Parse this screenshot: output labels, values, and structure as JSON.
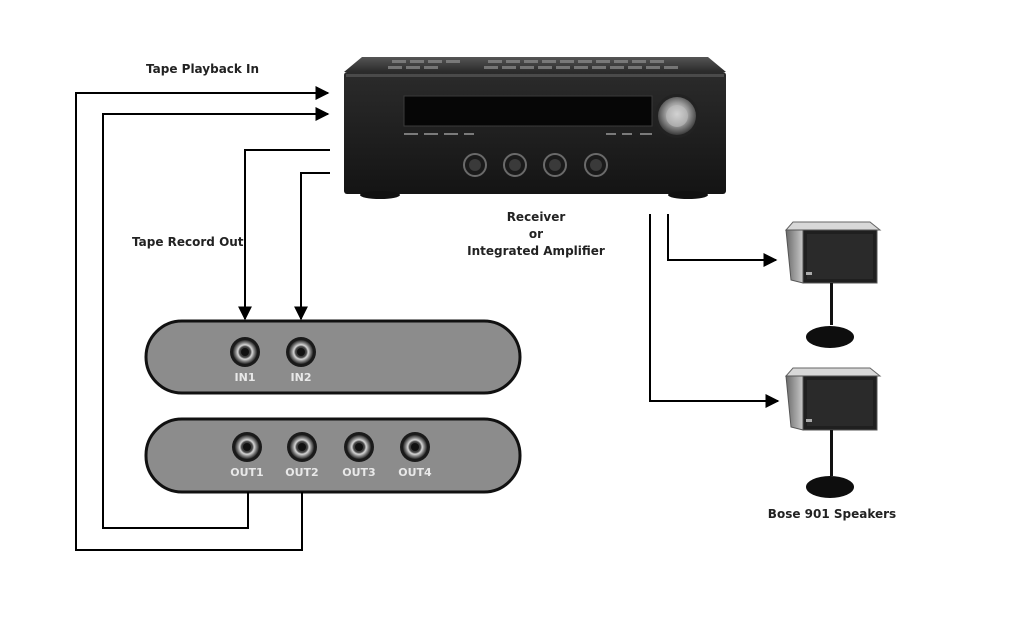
{
  "labels": {
    "tape_playback_in": "Tape Playback In",
    "tape_record_out": "Tape Record Out",
    "receiver_line1": "Receiver",
    "receiver_line2": "or",
    "receiver_line3": "Integrated Amplifier",
    "speakers": "Bose 901 Speakers"
  },
  "input_box": {
    "jacks": [
      "IN1",
      "IN2"
    ]
  },
  "output_box": {
    "jacks": [
      "OUT1",
      "OUT2",
      "OUT3",
      "OUT4"
    ]
  },
  "colors": {
    "wire": "#000000",
    "box_fill": "#8c8c8c",
    "amp_body": "#1a1a1a"
  }
}
